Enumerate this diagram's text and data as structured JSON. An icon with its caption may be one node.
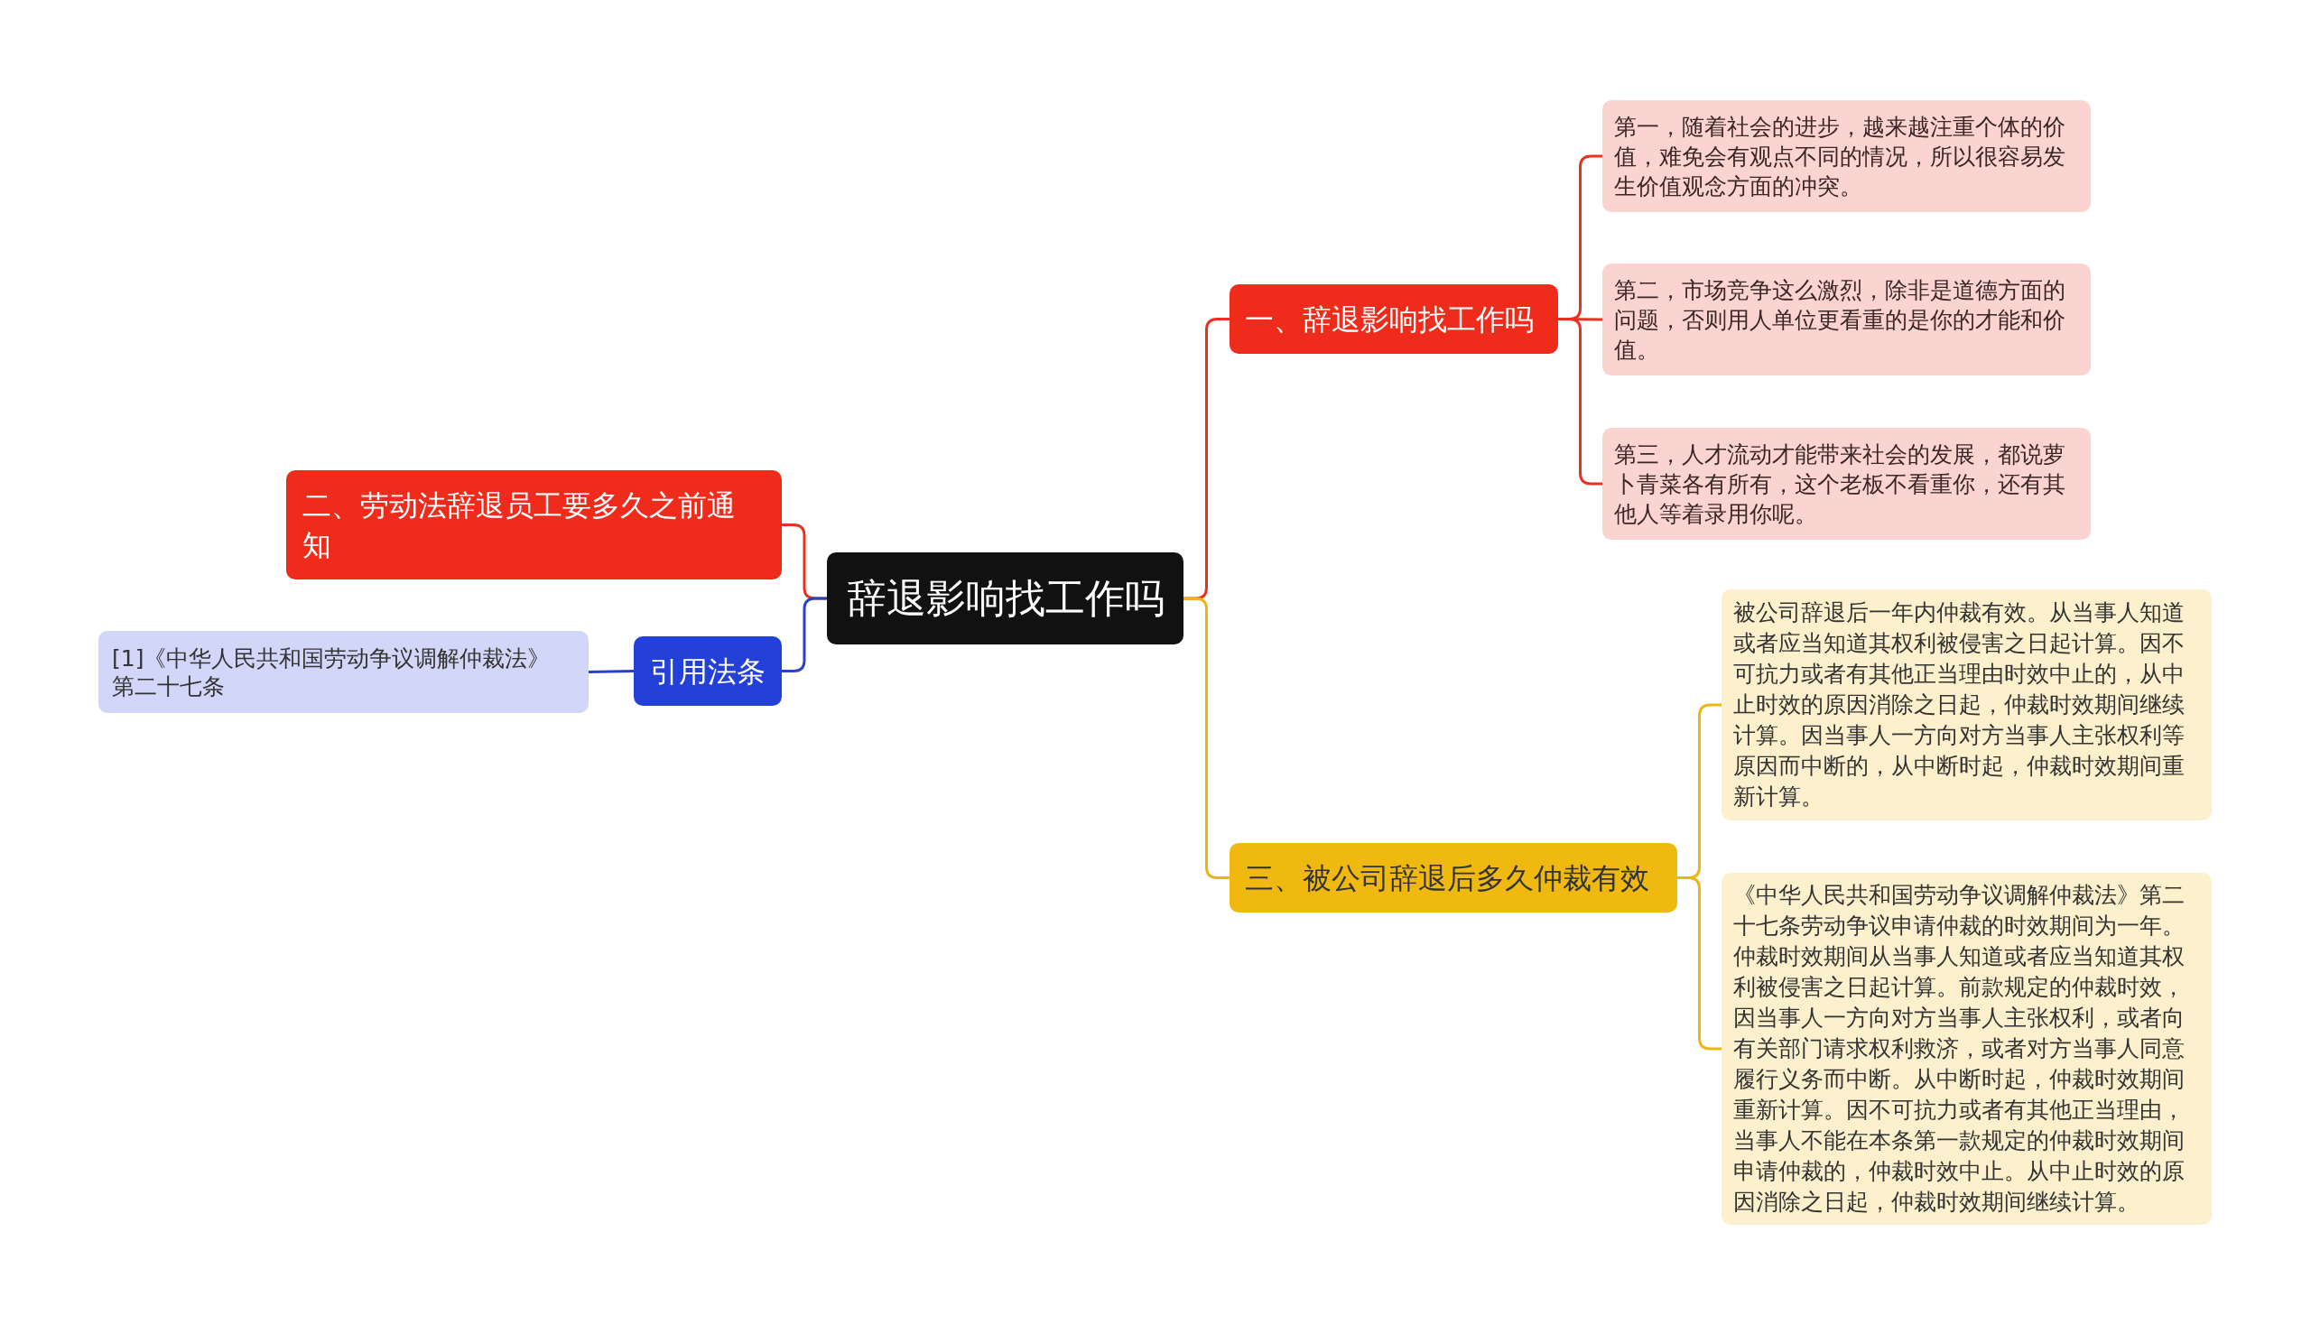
{
  "diagram": {
    "nodes": [
      {
        "text": [
          "辞退影响找工作吗"
        ]
      },
      {
        "text": [
          "一、辞退影响找工作吗"
        ]
      },
      {
        "text": [
          "第一，随着社会的进步，越来越注重个体的价值，难免会有观点不同的情况，所以很容易发生价值观念方面的冲突。"
        ]
      },
      {
        "text": [
          "第二，市场竞争这么激烈，除非是道德方面的问题，否则用人单位更看重的是你的才能和价值。"
        ]
      },
      {
        "text": [
          "第三，人才流动才能带来社会的发展，都说萝卜青菜各有所有，这个老板不看重你，还有其他人等着录用你呢。"
        ]
      },
      {
        "text": [
          "三、被公司辞退后多久仲裁有效"
        ]
      },
      {
        "text": [
          "被公司辞退后一年内仲裁有效。从当事人知道或者应当知道其权利被侵害之日起计算。因不可抗力或者有其他正当理由时效中止的，从中止时效的原因消除之日起，仲裁时效期间继续计算。因当事人一方向对方当事人主张权利等原因而中断的，从中断时起，仲裁时效期间重新计算。"
        ]
      },
      {
        "text": [
          "《中华人民共和国劳动争议调解仲裁法》第二十七条劳动争议申请仲裁的时效期间为一年。仲裁时效期间从当事人知道或者应当知道其权利被侵害之日起计算。前款规定的仲裁时效，因当事人一方向对方当事人主张权利，或者向有关部门请求权利救济，或者对方当事人同意履行义务而中断。从中断时起，仲裁时效期间重新计算。因不可抗力或者有其他正当理由，当事人不能在本条第一款规定的仲裁时效期间申请仲裁的，仲裁时效中止。从中止时效的原因消除之日起，仲裁时效期间继续计算。"
        ]
      },
      {
        "text": [
          "二、劳动法辞退员工要多久之前通知"
        ]
      },
      {
        "text": [
          "引用法条"
        ]
      },
      {
        "text": [
          "[1]《中华人民共和国劳动争议调解仲裁法》第二十七条"
        ]
      }
    ],
    "edges": [
      {
        "from": 0,
        "to": 1,
        "arrow": "none"
      },
      {
        "from": 1,
        "to": 2,
        "arrow": "none"
      },
      {
        "from": 1,
        "to": 3,
        "arrow": "none"
      },
      {
        "from": 1,
        "to": 4,
        "arrow": "none"
      },
      {
        "from": 0,
        "to": 5,
        "arrow": "none",
        "color": "#ebb512"
      },
      {
        "from": 5,
        "to": 6,
        "arrow": "none",
        "color": "#ebb512"
      },
      {
        "from": 5,
        "to": 7,
        "arrow": "none",
        "color": "#ebb512"
      },
      {
        "from": 0,
        "to": 8,
        "arrow": "none"
      },
      {
        "from": 0,
        "to": 9,
        "arrow": "none",
        "color": "#2a40cc"
      },
      {
        "from": 9,
        "to": 10,
        "arrow": "none",
        "color": "#2a40cc"
      }
    ]
  }
}
